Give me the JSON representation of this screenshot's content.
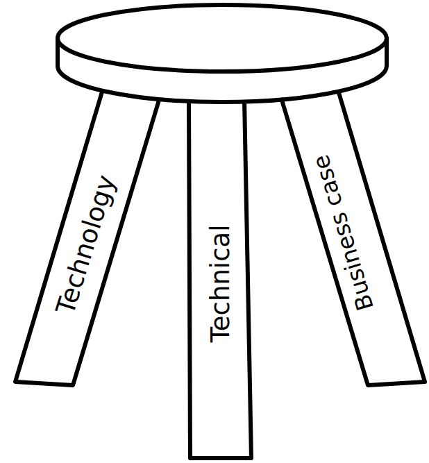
{
  "diagram": {
    "nodes": [
      {
        "text": [
          "Technology"
        ]
      },
      {
        "text": [
          "Technical"
        ]
      },
      {
        "text": [
          "Business case"
        ]
      }
    ]
  }
}
